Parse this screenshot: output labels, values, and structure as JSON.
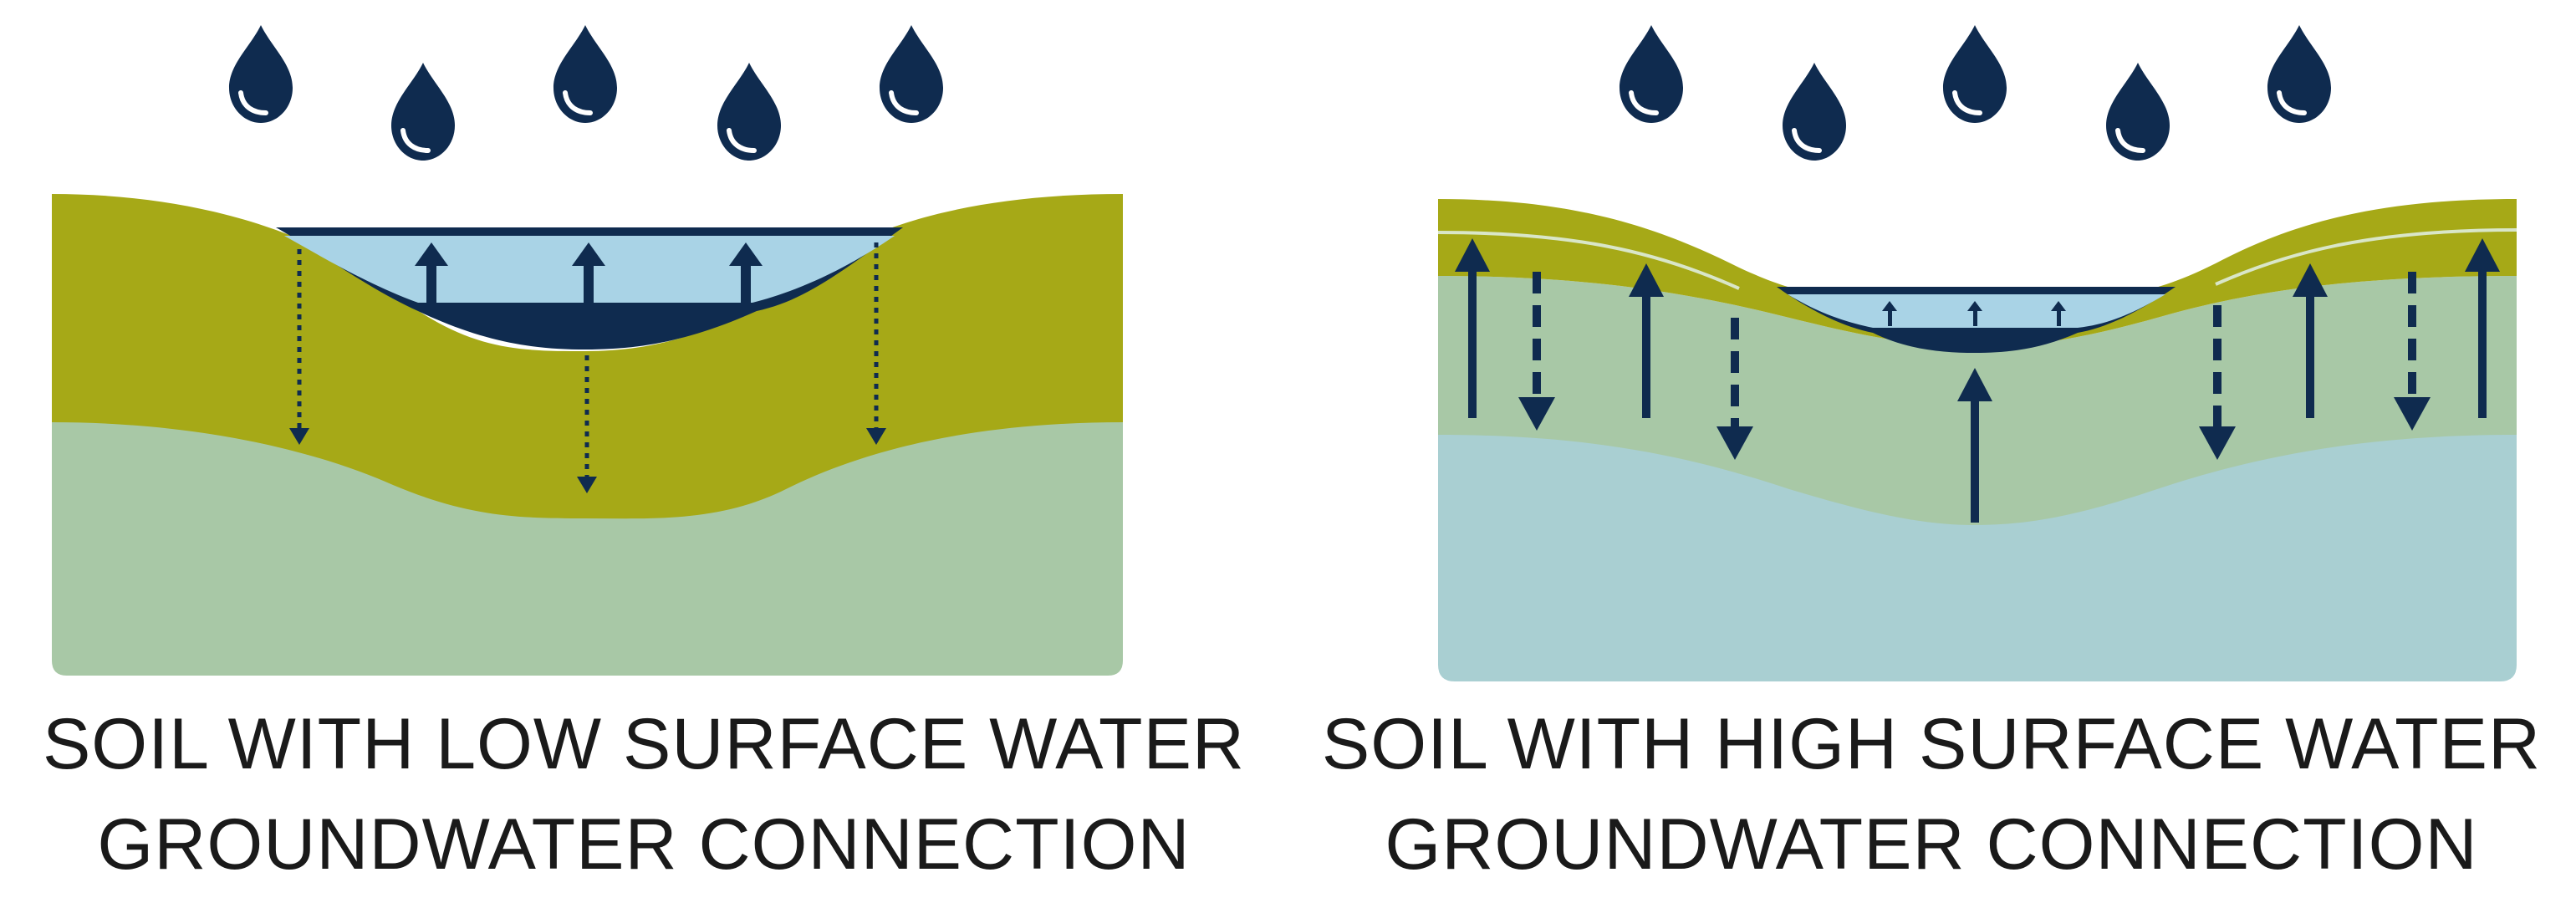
{
  "colors": {
    "drop": "#0f2b4f",
    "topsoil": "#a6a917",
    "subsoil": "#a8c8a6",
    "groundwater": "#a9cfd2",
    "pond_light": "#a9d3e6",
    "pond_dark": "#0f2b4f",
    "arrow": "#0f2b4f"
  },
  "panels": [
    {
      "caption_line1": "SOIL WITH LOW SURFACE WATER",
      "caption_line2": "GROUNDWATER CONNECTION"
    },
    {
      "caption_line1": "SOIL WITH HIGH SURFACE WATER",
      "caption_line2": "GROUNDWATER CONNECTION"
    }
  ]
}
